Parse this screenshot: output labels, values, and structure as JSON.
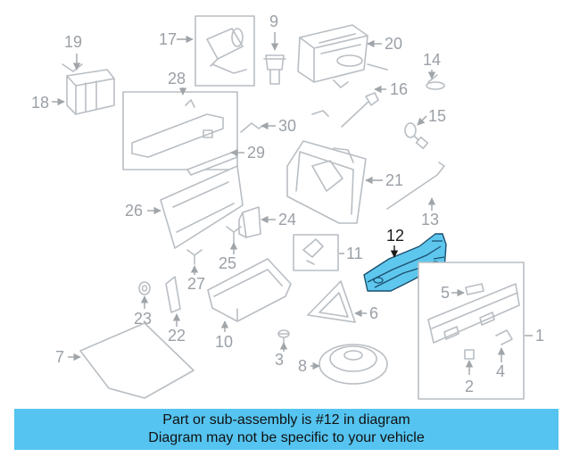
{
  "callouts": {
    "n1": "1",
    "n2": "2",
    "n3": "3",
    "n4": "4",
    "n5": "5",
    "n6": "6",
    "n7": "7",
    "n8": "8",
    "n9": "9",
    "n10": "10",
    "n11": "11",
    "n12": "12",
    "n13": "13",
    "n14": "14",
    "n15": "15",
    "n16": "16",
    "n17": "17",
    "n18": "18",
    "n19": "19",
    "n20": "20",
    "n21": "21",
    "n22": "22",
    "n23": "23",
    "n24": "24",
    "n25": "25",
    "n26": "26",
    "n27": "27",
    "n28": "28",
    "n29": "29",
    "n30": "30"
  },
  "highlight_color": "#5ec7ee",
  "banner": {
    "line1": "Part or sub-assembly is #12 in diagram",
    "line2": "Diagram may not be specific to your vehicle",
    "background": "#55c4f0"
  }
}
